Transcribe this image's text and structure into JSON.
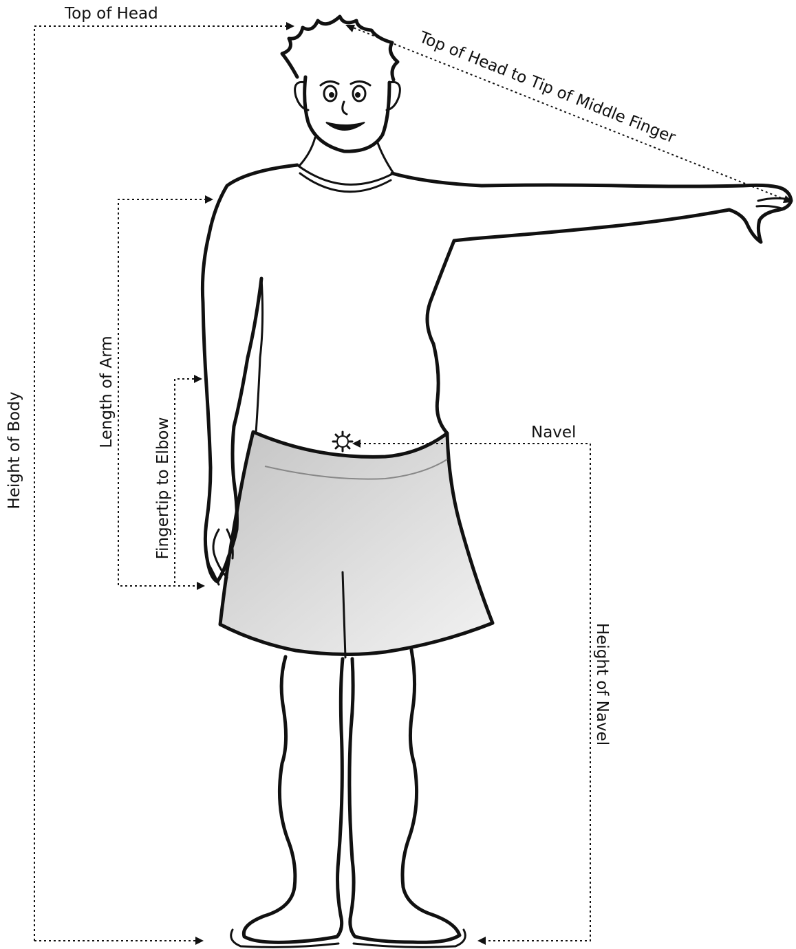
{
  "labels": {
    "top_of_head": "Top of Head",
    "head_to_finger": "Top of Head to Tip of Middle Finger",
    "length_of_arm": "Length of Arm",
    "fingertip_to_elbow": "Fingertip to Elbow",
    "navel": "Navel",
    "height_of_body": "Height of Body",
    "height_of_navel": "Height of Navel"
  },
  "colors": {
    "ink": "#111111",
    "background": "#ffffff",
    "skirt_shade": "#cfcfcf"
  }
}
